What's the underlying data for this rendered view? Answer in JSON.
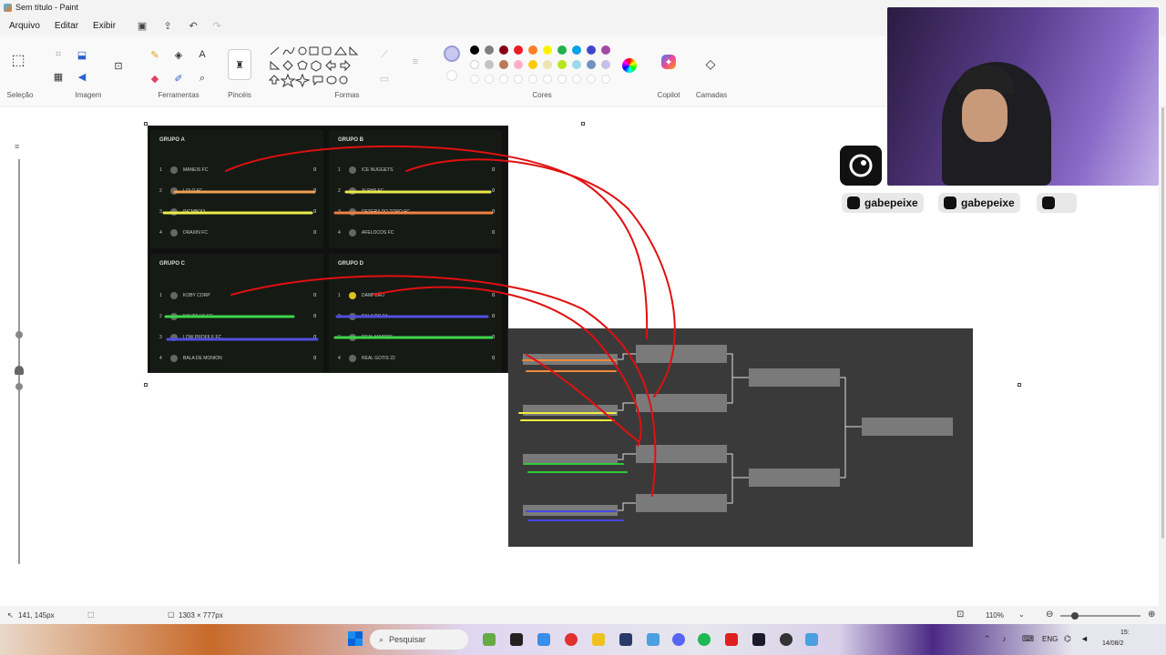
{
  "window": {
    "title": "Sem título - Paint"
  },
  "menu": {
    "items": [
      "Arquivo",
      "Editar",
      "Exibir"
    ]
  },
  "ribbon": {
    "groups": [
      "Seleção",
      "Imagem",
      "Ferramentas",
      "Pincéis",
      "Formas",
      "Cores",
      "Copilot",
      "Camadas"
    ],
    "colors": [
      "#000000",
      "#7f7f7f",
      "#880015",
      "#ed1c24",
      "#ff7f27",
      "#fff200",
      "#22b14c",
      "#00a2e8",
      "#3f48cc",
      "#a349a4",
      "#ffffff",
      "#c3c3c3",
      "#b97a57",
      "#ffaec9",
      "#ffc90e",
      "#efe4b0",
      "#b5e61d",
      "#99d9ea",
      "#7092be",
      "#c8bfe7"
    ],
    "active_color": "#c8c8f0"
  },
  "canvas": {
    "groups_image": {
      "panels": [
        {
          "title": "GRUPO A",
          "rows": [
            {
              "pos": "1",
              "team": "MANEIS FC",
              "pts": "0"
            },
            {
              "pos": "2",
              "team": "LOLO FC",
              "pts": "0"
            },
            {
              "pos": "3",
              "team": "INCMBOI3",
              "pts": "0"
            },
            {
              "pos": "4",
              "team": "DRAXIN FC",
              "pts": "0"
            }
          ]
        },
        {
          "title": "GRUPO B",
          "rows": [
            {
              "pos": "1",
              "team": "ICE NUGGETS",
              "pts": "0"
            },
            {
              "pos": "2",
              "team": "ALPHA FC",
              "pts": "0"
            },
            {
              "pos": "3",
              "team": "DESERA DO TORO FC",
              "pts": "0"
            },
            {
              "pos": "4",
              "team": "AFELOCOS FC",
              "pts": "0"
            }
          ]
        },
        {
          "title": "GRUPO C",
          "rows": [
            {
              "pos": "1",
              "team": "KOBY CORP",
              "pts": "0"
            },
            {
              "pos": "2",
              "team": "NAUTILUS FC",
              "pts": "0"
            },
            {
              "pos": "3",
              "team": "LOW PROFILE FC",
              "pts": "0"
            },
            {
              "pos": "4",
              "team": "BALA DE MONION",
              "pts": "0"
            }
          ]
        },
        {
          "title": "GRUPO D",
          "rows": [
            {
              "pos": "1",
              "team": "DAMPEÃO",
              "pts": "0"
            },
            {
              "pos": "2",
              "team": "BALA DO 04",
              "pts": "0"
            },
            {
              "pos": "3",
              "team": "REAL MADRID",
              "pts": "0"
            },
            {
              "pos": "4",
              "team": "REAL GOTIS 22",
              "pts": "0"
            }
          ]
        }
      ]
    }
  },
  "overlay": {
    "socials": [
      "gabepeixe",
      "gabepeixe"
    ]
  },
  "status": {
    "cursor": "141, 145px",
    "size": "1303 × 777px",
    "zoom": "110%"
  },
  "taskbar": {
    "search_placeholder": "Pesquisar",
    "lang": "ENG",
    "time": "15:",
    "date": "14/08/2"
  }
}
